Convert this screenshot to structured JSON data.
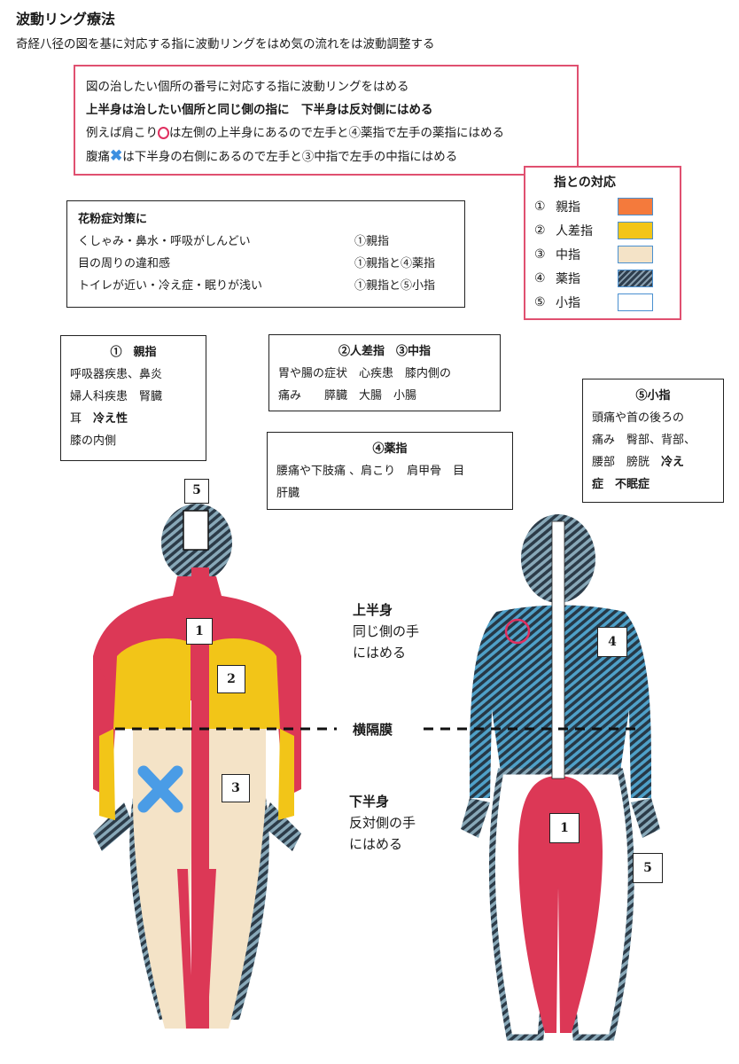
{
  "header": {
    "title": "波動リング療法",
    "subtitle": "奇経八径の図を基に対応する指に波動リングをはめ気の流れをは波動調整する"
  },
  "instructions": {
    "line1": "図の治したい個所の番号に対応する指に波動リングをはめる",
    "line2": "上半身は治したい個所と同じ側の指に　下半身は反対側にはめる",
    "line3_a": "例えば肩こり",
    "line3_b": "は左側の上半身にあるので左手と④薬指で左手の薬指にはめる",
    "line4_a": "腹痛",
    "line4_mark": "✖",
    "line4_b": "は下半身の右側にあるので左手と",
    "line4_c": "③中指で左手の中指にはめる"
  },
  "legend": {
    "title": "指との対応",
    "items": [
      {
        "num": "①",
        "name": "親指",
        "color": "#f47a3c"
      },
      {
        "num": "②",
        "name": "人差指",
        "color": "#f2c518"
      },
      {
        "num": "③",
        "name": "中指",
        "color": "#f4e3c7"
      },
      {
        "num": "④",
        "name": "薬指",
        "color": "hatch"
      },
      {
        "num": "⑤",
        "name": "小指",
        "color": "#ffffff"
      }
    ]
  },
  "hayfever": {
    "title": "花粉症対策に",
    "rows": [
      {
        "symptom": "くしゃみ・鼻水・呼吸がしんどい",
        "finger": "①親指"
      },
      {
        "symptom": "目の周りの違和感",
        "finger": "①親指と④薬指"
      },
      {
        "symptom": "トイレが近い・冷え症・眠りが浅い",
        "finger": "①親指と⑤小指"
      }
    ]
  },
  "box1": {
    "heading": "①　親指",
    "l1": "呼吸器疾患、鼻炎",
    "l2": "婦人科疾患　腎臓",
    "l3a": "耳　",
    "l3b": "冷え性",
    "l4": "膝の内側"
  },
  "box23": {
    "heading": "②人差指　③中指",
    "l1": "胃や腸の症状　心疾患　膝内側の",
    "l2": "痛み　　膵臓　大腸　小腸"
  },
  "box4": {
    "heading": "④薬指",
    "l1": "腰痛や下肢痛 、肩こり　肩甲骨　目",
    "l2": "肝臓"
  },
  "box5": {
    "heading": "⑤小指",
    "l1": "頭痛や首の後ろの",
    "l2": "痛み　臀部、背部、",
    "l3a": "腰部　膀胱　",
    "l3b": "冷え",
    "l4": "症　不眠症"
  },
  "figure": {
    "upper_h": "上半身",
    "upper_1": "同じ側の手",
    "upper_2": "にはめる",
    "diaphragm": "横隔膜",
    "lower_h": "下半身",
    "lower_1": "反対側の手",
    "lower_2": "にはめる",
    "tags": {
      "head5": "5",
      "chest1": "1",
      "chest2": "2",
      "abd3": "3",
      "back4": "4",
      "leg1": "1",
      "leg5": "5"
    }
  }
}
